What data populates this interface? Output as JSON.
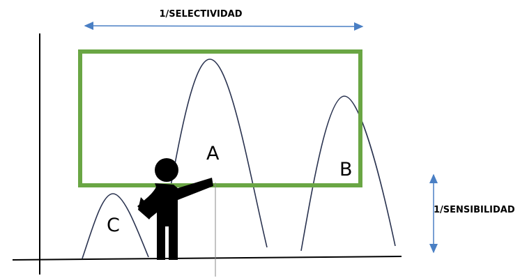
{
  "labels": {
    "selectivity": "1/SELECTIVIDAD",
    "sensitivity": "1/SENSIBILIDAD",
    "peak_a": "A",
    "peak_b": "B",
    "peak_c": "C"
  },
  "colors": {
    "window": "#6aa644",
    "arrow": "#4a7fc4",
    "curve": "#2a3350",
    "axis": "#000000",
    "figure": "#000000"
  },
  "icons": {
    "pointing_figure": "person-pointing-icon"
  }
}
